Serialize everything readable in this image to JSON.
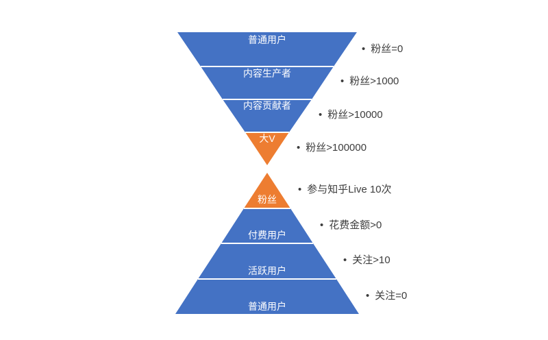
{
  "bullet_char": "•",
  "colors": {
    "blue": "#4472C4",
    "orange": "#ED7D31",
    "band_label_text": "#FFFFFF",
    "callout_text": "#3D3D3D",
    "background": "#FFFFFF"
  },
  "funnel_top": {
    "shape": "inverted-pyramid",
    "levels": [
      {
        "label": "普通用户",
        "color": "#4472C4",
        "callout": "粉丝=0"
      },
      {
        "label": "内容生产者",
        "color": "#4472C4",
        "callout": "粉丝>1000"
      },
      {
        "label": "内容贡献者",
        "color": "#4472C4",
        "callout": "粉丝>10000"
      },
      {
        "label": "大V",
        "color": "#ED7D31",
        "callout": "粉丝>100000"
      }
    ]
  },
  "funnel_bottom": {
    "shape": "pyramid",
    "levels": [
      {
        "label": "粉丝",
        "color": "#ED7D31",
        "callout": "参与知乎Live 10次"
      },
      {
        "label": "付费用户",
        "color": "#4472C4",
        "callout": "花费金额>0"
      },
      {
        "label": "活跃用户",
        "color": "#4472C4",
        "callout": "关注>10"
      },
      {
        "label": "普通用户",
        "color": "#4472C4",
        "callout": "关注=0"
      }
    ]
  }
}
